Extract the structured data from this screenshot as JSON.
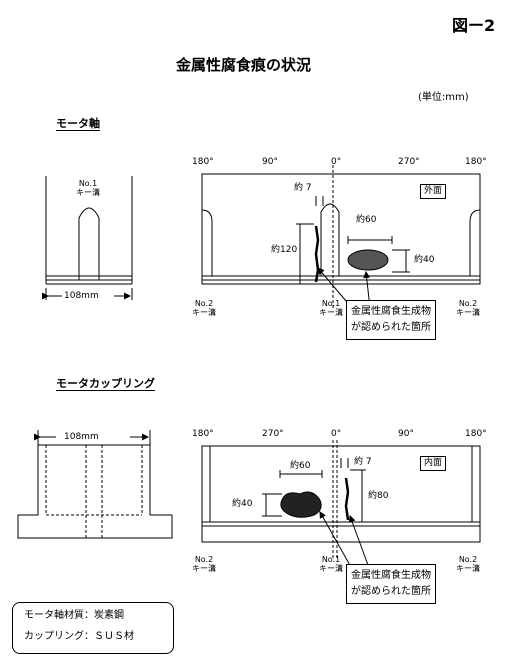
{
  "figure_label": "図ー2",
  "title": "金属性腐食痕の状況",
  "unit": "(単位:mm)",
  "motor_shaft": {
    "section_title": "モータ軸",
    "keyway_left_label": "No.1\nキー溝",
    "width_label": "108mm",
    "angles": [
      "180°",
      "90°",
      "0°",
      "270°",
      "180°"
    ],
    "face_label": "外面",
    "dims": {
      "gap": "約 7",
      "length": "約120",
      "patch_w": "約60",
      "patch_h": "約40"
    },
    "keyway_no2": "No.2\nキー溝",
    "keyway_no1": "No.1\nキー溝"
  },
  "motor_coupling": {
    "section_title": "モータカップリング",
    "width_label": "108mm",
    "angles": [
      "180°",
      "270°",
      "0°",
      "90°",
      "180°"
    ],
    "face_label": "内面",
    "dims": {
      "gap": "約 7",
      "length": "約80",
      "patch_w": "約60",
      "patch_h": "約40"
    },
    "keyway_no2_left": "No.2\nキー溝",
    "keyway_no1": "No.1\nキー溝",
    "keyway_no2_right": "No.2\nキー溝"
  },
  "callout": "金属性腐食生成物\nが認められた箇所",
  "materials": {
    "shaft": "モータ軸材質：炭素鋼",
    "coupling": "カップリング：ＳＵＳ材"
  }
}
